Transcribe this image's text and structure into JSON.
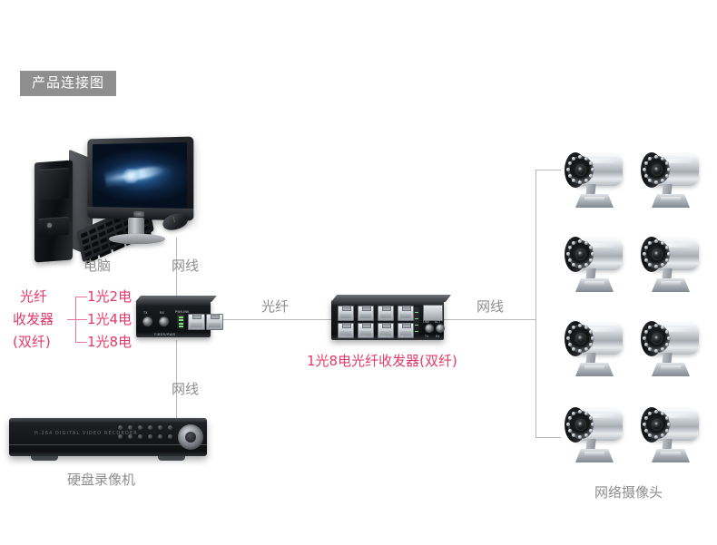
{
  "title_badge": {
    "text": "产品连接图"
  },
  "diagram": {
    "type": "network-topology",
    "labels": {
      "computer": "电脑",
      "cable_top": "网线",
      "cable_bottom": "网线",
      "cable_right": "网线",
      "fiber": "光纤",
      "dvr": "硬盘录像机",
      "cameras": "网络摄像头",
      "switch_caption": "1光8电光纤收发器(双纤)"
    },
    "converter_group": {
      "name_line1": "光纤",
      "name_line2": "收发器",
      "name_line3": "(双纤)",
      "options": [
        "1光2电",
        "1光4电",
        "1光8电"
      ]
    },
    "devices": {
      "computer": {
        "icon": "desktop-pc-icon",
        "parts": [
          "tower",
          "monitor",
          "keyboard",
          "mouse"
        ]
      },
      "media_converter": {
        "icon": "media-converter-icon",
        "fiber_ports": [
          "TX",
          "RX"
        ],
        "led_label": "PW/LINK",
        "rj45_ports": 2,
        "brand": "FIBER/PWR"
      },
      "switch": {
        "icon": "network-switch-icon",
        "rj45_ports": 8,
        "port_labels": [
          "1-2",
          "3-4",
          "5-6",
          "7-8"
        ],
        "fiber_ports": [
          "TX",
          "RX"
        ],
        "uplink_labels": [
          "LINK",
          "ACT"
        ]
      },
      "dvr": {
        "icon": "dvr-recorder-icon",
        "brand": "H.264 DIGITAL VIDEO RECORDER"
      },
      "camera_grid": {
        "icon": "bullet-ip-camera-icon",
        "rows": 4,
        "cols": 2,
        "count": 8
      }
    },
    "colors": {
      "badge_bg": "#8f8f8f",
      "badge_text": "#ffffff",
      "label_gray": "#8d8d8d",
      "label_red": "#e23a69",
      "line_gray": "#b9b9b9",
      "line_red": "#e8759a",
      "background": "#ffffff"
    }
  }
}
